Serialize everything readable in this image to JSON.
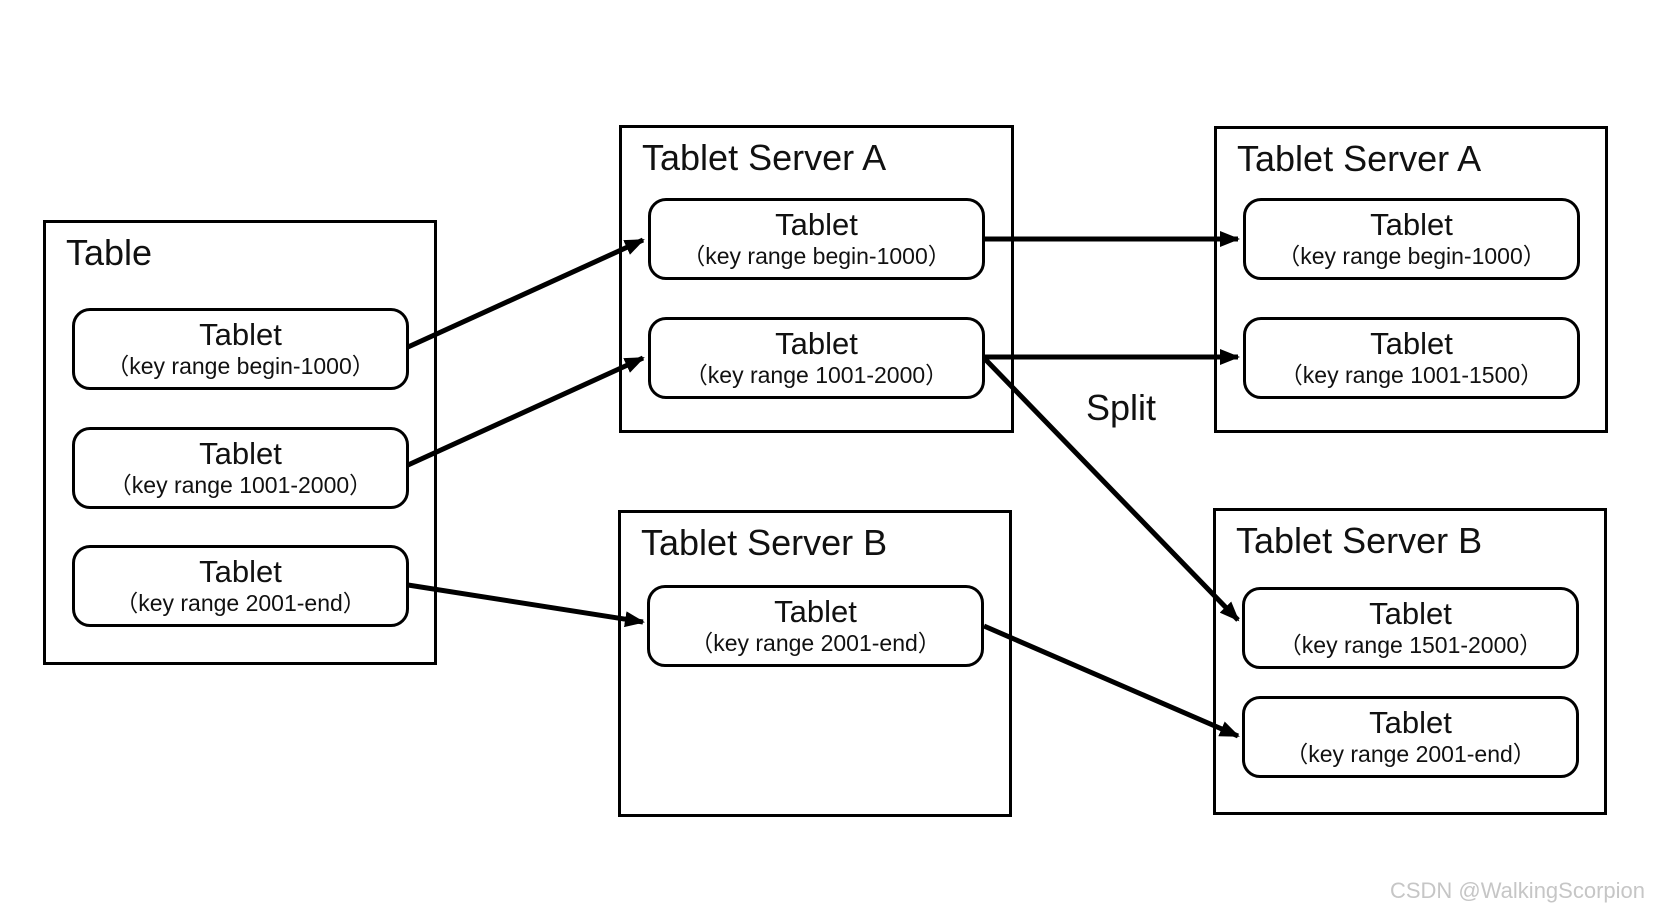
{
  "diagram": {
    "table": {
      "title": "Table",
      "tablets": [
        {
          "name": "Tablet",
          "range": "（key range begin-1000）"
        },
        {
          "name": "Tablet",
          "range": "（key range 1001-2000）"
        },
        {
          "name": "Tablet",
          "range": "（key range 2001-end）"
        }
      ]
    },
    "server_a_before": {
      "title": "Tablet Server A",
      "tablets": [
        {
          "name": "Tablet",
          "range": "（key range begin-1000）"
        },
        {
          "name": "Tablet",
          "range": "（key range 1001-2000）"
        }
      ]
    },
    "server_b_before": {
      "title": "Tablet Server B",
      "tablets": [
        {
          "name": "Tablet",
          "range": "（key range 2001-end）"
        }
      ]
    },
    "server_a_after": {
      "title": "Tablet Server A",
      "tablets": [
        {
          "name": "Tablet",
          "range": "（key range begin-1000）"
        },
        {
          "name": "Tablet",
          "range": "（key range 1001-1500）"
        }
      ]
    },
    "server_b_after": {
      "title": "Tablet Server B",
      "tablets": [
        {
          "name": "Tablet",
          "range": "（key range 1501-2000）"
        },
        {
          "name": "Tablet",
          "range": "（key range 2001-end）"
        }
      ]
    },
    "split_label": "Split"
  },
  "watermark": "CSDN @WalkingScorpion",
  "colors": {
    "line": "#000000",
    "background": "#ffffff",
    "watermark_text": "#c6c6c6"
  }
}
